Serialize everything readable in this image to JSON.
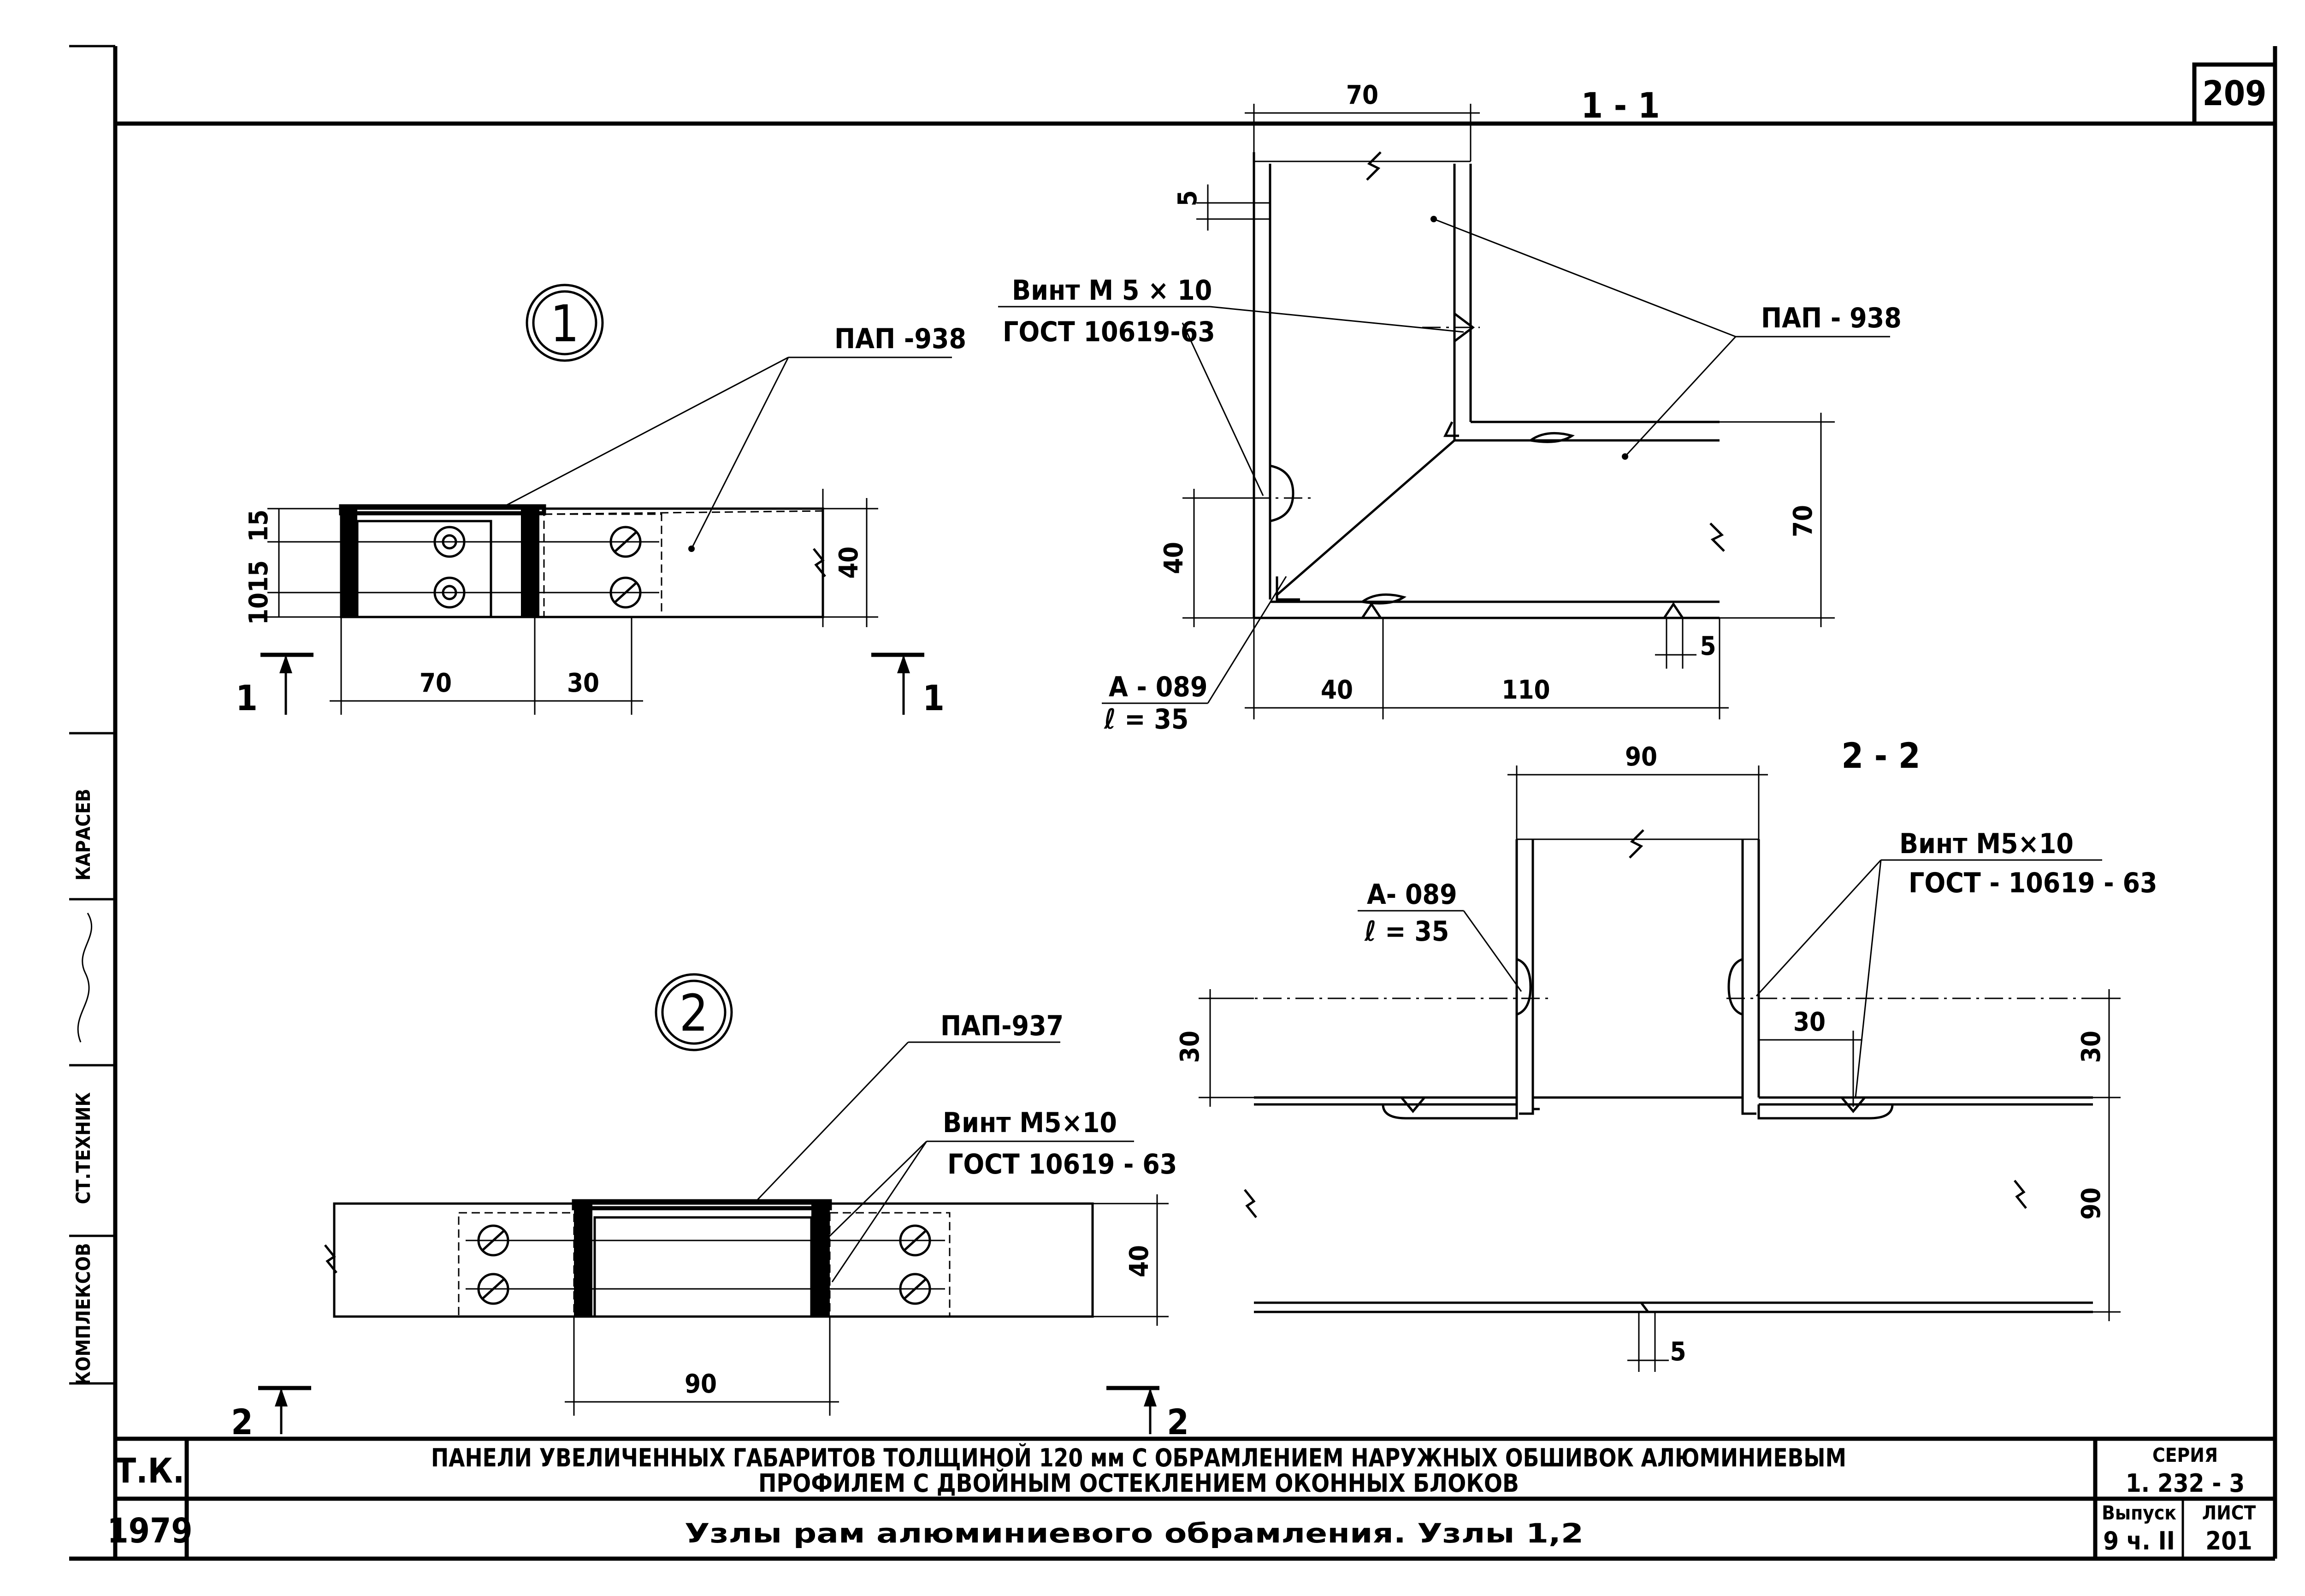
{
  "sheet": {
    "corner_number": "209",
    "side_stamp": {
      "name": "КАРАСЕВ",
      "role_1": "СТ.ТЕХНИК",
      "role_2": "КОМПЛЕКСОВ"
    }
  },
  "node_1": {
    "marker": "1",
    "profile_label": "ПАП -938",
    "dims": {
      "d15a": "15",
      "d10": "10",
      "d15b": "15",
      "d40": "40",
      "d70": "70",
      "d30": "30"
    },
    "section_left": "1",
    "section_right": "1"
  },
  "section_1_1": {
    "title": "1 - 1",
    "dims": {
      "top70": "70",
      "d5top": "5",
      "d40v": "40",
      "d70v": "70",
      "b40": "40",
      "b110": "110",
      "d5bot": "5"
    },
    "screw_label_1": "Винт М 5 × 10",
    "screw_label_2": "ГОСТ 10619-63",
    "profile_label": "ПАП - 938",
    "angle_label_1": "А - 089",
    "angle_label_2": "ℓ = 35"
  },
  "node_2": {
    "marker": "2",
    "profile_label": "ПАП-937",
    "screw_label_1": "Винт  М5×10",
    "screw_label_2": "ГОСТ 10619 - 63",
    "dims": {
      "d40": "40",
      "d90": "90"
    },
    "section_left": "2",
    "section_right": "2"
  },
  "section_2_2": {
    "title": "2 - 2",
    "dims": {
      "top90": "90",
      "l30": "30",
      "c30": "30",
      "r30": "30",
      "r90": "90",
      "b5": "5"
    },
    "angle_label_1": "А- 089",
    "angle_label_2": "ℓ = 35",
    "screw_label_1": "Винт  М5×10",
    "screw_label_2": "ГОСТ - 10619 - 63"
  },
  "title_block": {
    "org": "Т.К.",
    "year": "1979",
    "title_line_1": "ПАНЕЛИ УВЕЛИЧЕННЫХ ГАБАРИТОВ ТОЛЩИНОЙ 120 мм С ОБРАМЛЕНИЕМ НАРУЖНЫХ ОБШИВОК АЛЮМИНИЕВЫМ",
    "title_line_2": "ПРОФИЛЕМ  С ДВОЙНЫМ  ОСТЕКЛЕНИЕМ  ОКОННЫХ  БЛОКОВ",
    "sheet_title": "Узлы  рам   алюминиевого     обрамления.   Узлы   1,2",
    "series_label": "СЕРИЯ",
    "series_value": "1. 232 - 3",
    "issue_label": "Выпуск",
    "issue_value": "9 ч. II",
    "sheet_label": "ЛИСТ",
    "sheet_value": "201"
  }
}
